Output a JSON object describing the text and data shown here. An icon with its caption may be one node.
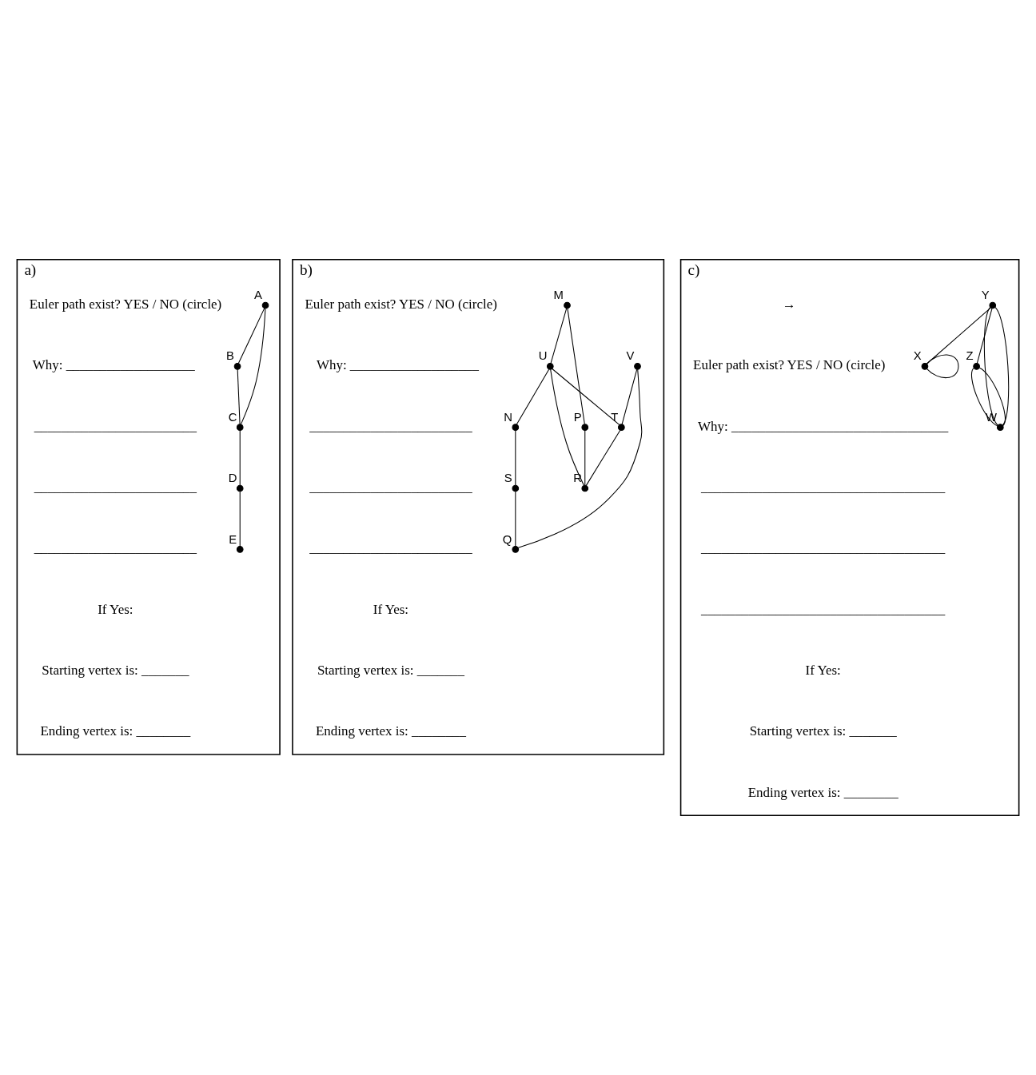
{
  "diagram": {
    "nodes": [
      {
        "text": [
          "a)"
        ]
      },
      {
        "text": [],
        "shape": "circle",
        "beside": [
          "A"
        ],
        "in": 0
      },
      {
        "text": [],
        "shape": "circle",
        "beside": [
          "B"
        ],
        "in": 0
      },
      {
        "text": [],
        "shape": "circle",
        "beside": [
          "C"
        ],
        "in": 0
      },
      {
        "text": [],
        "shape": "circle",
        "beside": [
          "D"
        ],
        "in": 0
      },
      {
        "text": [],
        "shape": "circle",
        "beside": [
          "E"
        ],
        "in": 0
      },
      {
        "text": [
          "b)"
        ]
      },
      {
        "text": [],
        "shape": "circle",
        "beside": [
          "M"
        ],
        "in": 6
      },
      {
        "text": [],
        "shape": "circle",
        "beside": [
          "U"
        ],
        "in": 6
      },
      {
        "text": [],
        "shape": "circle",
        "beside": [
          "N"
        ],
        "in": 6
      },
      {
        "text": [],
        "shape": "circle",
        "beside": [
          "V"
        ],
        "in": 6
      },
      {
        "text": [],
        "shape": "circle",
        "beside": [
          "P"
        ],
        "in": 6
      },
      {
        "text": [],
        "shape": "circle",
        "beside": [
          "T"
        ],
        "in": 6
      },
      {
        "text": [],
        "shape": "circle",
        "beside": [
          "R"
        ],
        "in": 6
      },
      {
        "text": [],
        "shape": "circle",
        "beside": [
          "S"
        ],
        "in": 6
      },
      {
        "text": [],
        "shape": "circle",
        "beside": [
          "Q"
        ],
        "in": 6
      },
      {
        "text": [
          "c)"
        ]
      },
      {
        "text": [],
        "shape": "circle",
        "beside": [
          "Z"
        ],
        "in": 16
      },
      {
        "text": [],
        "shape": "circle",
        "beside": [
          "Y"
        ],
        "in": 16
      },
      {
        "text": [],
        "shape": "circle",
        "beside": [
          "W"
        ],
        "in": 16
      },
      {
        "text": [],
        "shape": "circle",
        "beside": [
          "X"
        ],
        "in": 16
      }
    ],
    "edges": [
      {
        "from": 1,
        "to": 2,
        "arrow": "none"
      },
      {
        "from": 1,
        "to": 3,
        "arrow": "none"
      },
      {
        "from": 2,
        "to": 3,
        "arrow": "none"
      },
      {
        "from": 3,
        "to": 4,
        "arrow": "none"
      },
      {
        "from": 4,
        "to": 5,
        "arrow": "none"
      },
      {
        "from": 7,
        "to": 8,
        "arrow": "none"
      },
      {
        "from": 7,
        "to": 11,
        "arrow": "none"
      },
      {
        "from": 8,
        "to": 9,
        "arrow": "none"
      },
      {
        "from": 8,
        "to": 12,
        "arrow": "none"
      },
      {
        "from": 8,
        "to": 13,
        "arrow": "none"
      },
      {
        "from": 10,
        "to": 12,
        "arrow": "none"
      },
      {
        "from": 10,
        "to": 15,
        "arrow": "none"
      },
      {
        "from": 9,
        "to": 14,
        "arrow": "none"
      },
      {
        "from": 11,
        "to": 13,
        "arrow": "none"
      },
      {
        "from": 12,
        "to": 13,
        "arrow": "none"
      },
      {
        "from": 14,
        "to": 15,
        "arrow": "none"
      },
      {
        "from": 18,
        "to": 17,
        "arrow": "none"
      },
      {
        "from": 17,
        "to": 19,
        "arrow": "none"
      },
      {
        "from": 17,
        "to": 19,
        "arrow": "none"
      },
      {
        "from": 18,
        "to": 19,
        "arrow": "none"
      },
      {
        "from": 18,
        "to": 19,
        "arrow": "none"
      },
      {
        "from": 18,
        "to": 20,
        "arrow": "none"
      },
      {
        "from": 20,
        "to": 20,
        "arrow": "none"
      }
    ],
    "labels": [
      "Euler path exist? YES / NO (circle)",
      "Why: ___________________",
      "________________________",
      "________________________",
      "________________________",
      "If Yes:",
      "Starting vertex is: _______",
      "Ending vertex is: ________",
      "Euler path exist? YES / NO (circle)",
      "Why: ___________________",
      "________________________",
      "________________________",
      "________________________",
      "If Yes:",
      "Starting vertex is: _______",
      "Ending vertex is: ________",
      "→",
      "Euler path exist? YES / NO (circle)",
      "Why: ________________________________",
      "____________________________________",
      "____________________________________",
      "____________________________________",
      "If Yes:",
      "Starting vertex is: _______",
      "Ending vertex is: ________"
    ]
  }
}
